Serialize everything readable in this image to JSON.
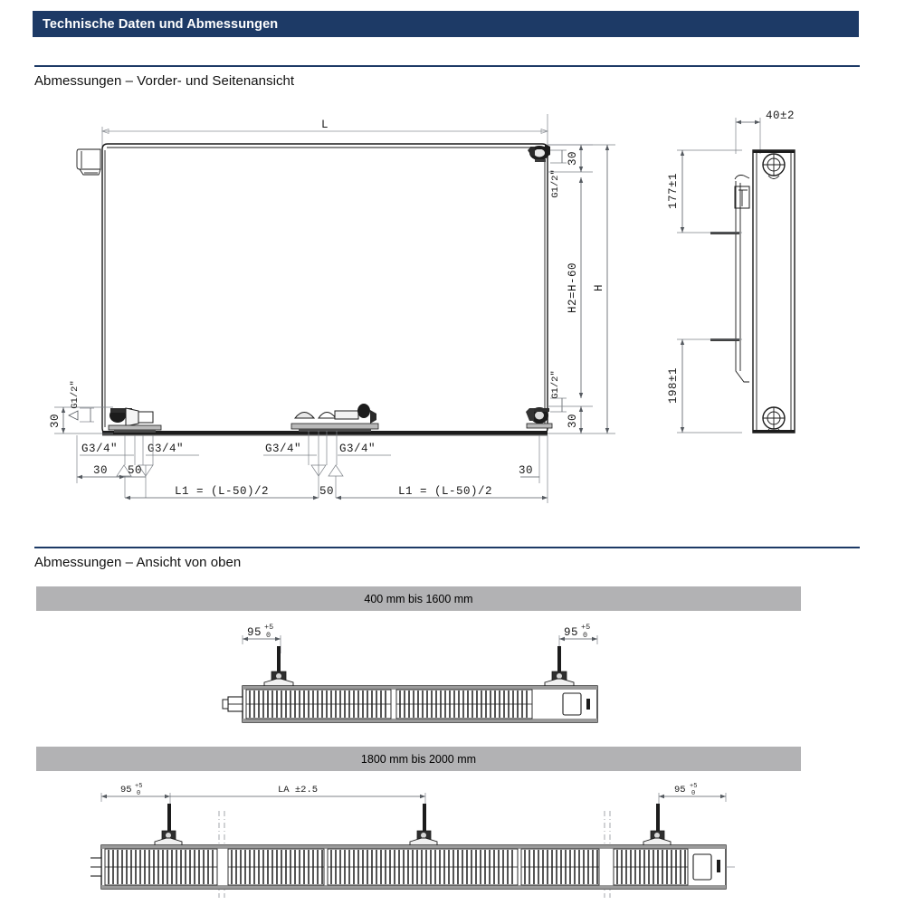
{
  "header": {
    "title": "Technische Daten und Abmessungen",
    "bar_color": "#1d3a66"
  },
  "sections": [
    {
      "title": "Abmessungen – Vorder- und Seitenansicht"
    },
    {
      "title": "Abmessungen – Ansicht von oben"
    }
  ],
  "front_view": {
    "top_length_label": "L",
    "right_top_thread": "G1/2\"",
    "right_top_offset": "30",
    "right_height_inner": "H2=H-60",
    "right_height_outer": "H",
    "right_bottom_thread": "G1/2\"",
    "right_bottom_offset": "30",
    "right_bottom_horizontal": "30",
    "left_top_offset": "30",
    "left_thread_vertical": "G1/2\"",
    "left_thread_1": "G3/4\"",
    "left_thread_2": "G3/4\"",
    "center_thread_1": "G3/4\"",
    "center_thread_2": "G3/4\"",
    "left_dim_30": "30",
    "left_dim_50": "50",
    "center_dim_50": "50",
    "span_left": "L1 = (L-50)/2",
    "span_right": "L1 = (L-50)/2"
  },
  "side_view": {
    "depth": "40±2",
    "upper_bracket": "177±1",
    "lower_bracket": "198±1"
  },
  "top_views": [
    {
      "band_label": "400 mm bis 1600 mm",
      "left_dim_value": "95",
      "left_dim_plus": "+5",
      "left_dim_minus": "0",
      "right_dim_value": "95",
      "right_dim_plus": "+5",
      "right_dim_minus": "0",
      "bracket_count": 2
    },
    {
      "band_label": "1800 mm bis 2000 mm",
      "left_dim_value": "95",
      "left_dim_plus": "+5",
      "left_dim_minus": "0",
      "center_dim": "LA ±2.5",
      "right_dim_value": "95",
      "right_dim_plus": "+5",
      "right_dim_minus": "0",
      "bracket_count": 3
    }
  ],
  "colors": {
    "accent_navy": "#1d3a66",
    "band_gray": "#b2b2b4",
    "line_black": "#1a1a1a",
    "dim_gray": "#7d8288"
  }
}
